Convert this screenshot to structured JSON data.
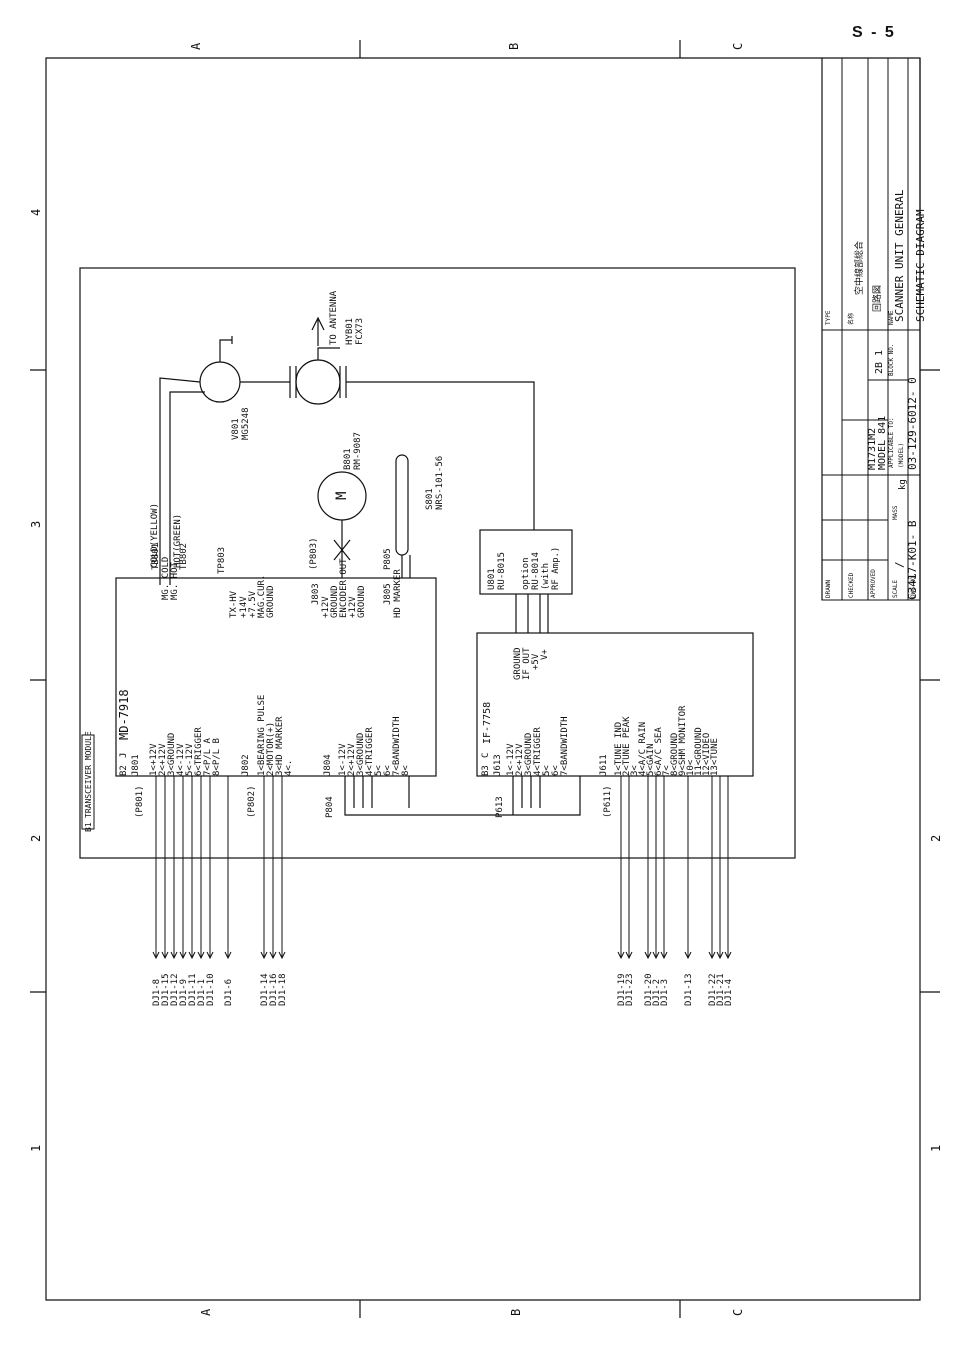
{
  "page_number": "S - 5",
  "grid": {
    "cols": [
      "A",
      "B",
      "C"
    ],
    "rows": [
      "4",
      "3",
      "2",
      "1"
    ]
  },
  "title_block": {
    "drawn_label": "DRAWN",
    "checked_label": "CHECKED",
    "approved_label": "APPROVED",
    "scale_label": "SCALE",
    "scale_value": "/",
    "mass_label": "MASS",
    "mass_unit": "kg",
    "dwg_no_label": "DWG.NO.",
    "dwg_no": "C3417-K01- B",
    "model_line1": "M1731M2",
    "model_line2": "MODEL 841",
    "applicable_label": "APPLICABLE TO:",
    "model_paren": "(MODEL)",
    "block_no_label": "BLOCK NO.",
    "block_no": "2B 1",
    "drawing_no": "03-129-6012- 0",
    "type_label": "TYPE",
    "name_label_jp": "名称",
    "company_jp": "空中線部総合",
    "circuit_jp": "回路図",
    "name_label": "NAME",
    "title1": "SCANNER UNIT GENERAL",
    "title2": "SCHEMATIC DIAGRAM"
  },
  "module": {
    "tag": "B1",
    "label": "TRANSCEIVER MODULE"
  },
  "board_md": {
    "tag": "B2",
    "mark": "J",
    "name": "MD-7918",
    "j801": {
      "name": "J801",
      "plug": "(P801)",
      "pins": [
        "+12V",
        "+12V",
        "GROUND",
        "-12V",
        "-12V",
        "TRIGGER",
        "P/L A",
        "P/L B"
      ]
    },
    "j802": {
      "name": "J802",
      "plug": "(P802)",
      "pins": [
        "BEARING PULSE",
        "MOTOR(+)",
        "HD MARKER",
        "."
      ]
    },
    "j804": {
      "name": "J804",
      "plug": "P804",
      "pins": [
        "-12V",
        "+12V",
        "GROUND",
        "TRIGGER",
        "",
        "",
        "BANDWIDTH",
        ""
      ]
    },
    "tb801": {
      "name": "TB801",
      "pins": [
        "MG. COLD",
        "MG. HOT"
      ]
    },
    "tb802": "TB802",
    "tp803": {
      "name": "TP803",
      "pins": [
        "TX-HV",
        "+14V",
        "+7.5V",
        "MAG.CUR.",
        "GROUND"
      ]
    },
    "j803": {
      "name": "J803",
      "plug": "(P803)",
      "pins": [
        "+12V",
        "GROUND",
        "ENCODER OUT",
        "+12V",
        "GROUND"
      ]
    },
    "j805": {
      "name": "J805",
      "plug": "P805",
      "pins": [
        "HD MARKER",
        "",
        ""
      ]
    }
  },
  "board_if": {
    "tag": "B3",
    "mark": "C",
    "name": "IF-7758",
    "j613": {
      "name": "J613",
      "plug": "P613",
      "pins": [
        "-12V",
        "+12V",
        "GROUND",
        "TRIGGER",
        "",
        "",
        "BANDWIDTH"
      ]
    },
    "j611": {
      "name": "J611",
      "plug": "(P611)",
      "pins": [
        "TUNE IND",
        "TUNE PEAK",
        "",
        "A/C RAIN",
        "GAIN",
        "A/C SEA",
        "",
        "GROUND",
        "SHM MONITOR",
        "",
        "GROUND",
        "VIDEO",
        "TUNE"
      ]
    },
    "rf_pins": [
      "GROUND",
      "IF OUT",
      "+5V",
      "V+"
    ]
  },
  "components": {
    "v801": {
      "ref": "V801",
      "part": "MG5248"
    },
    "hyb801": {
      "ref": "HYB01",
      "part": "FCX73",
      "note": "TO ANTENNA"
    },
    "b801": {
      "ref": "B801",
      "part": "RM-9087",
      "symbol": "M"
    },
    "s801": {
      "ref": "S801",
      "part": "NRS-101-56"
    },
    "u801": {
      "ref": "U801",
      "part": "RU-8015",
      "opt1": "option",
      "opt2": "RU-8014",
      "opt3": "(with",
      "opt4": "RF Amp.)"
    },
    "cold": "COLD(YELLOW)",
    "hot": "HOT(GREEN)"
  },
  "outputs_left": [
    "DJ1-8",
    "DJ1-15",
    "DJ1-12",
    "DJ1-9",
    "DJ1-11",
    "DJ1-1",
    "DJ1-10",
    "DJ1-6"
  ],
  "outputs_mid": [
    "DJ1-14",
    "DJ1-16",
    "DJ1-18"
  ],
  "outputs_right": [
    "DJ1-19",
    "DJ1-23",
    "DJ1-20",
    "DJ1-2",
    "DJ1-3",
    "DJ1-13",
    "DJ1-22",
    "DJ1-21",
    "DJ1-4"
  ]
}
